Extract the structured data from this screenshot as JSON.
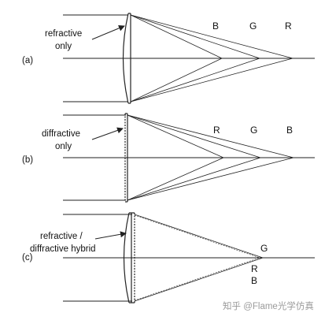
{
  "panels": [
    {
      "id": "a",
      "tag": "(a)",
      "caption_lines": [
        "refractive",
        "only"
      ],
      "focus_labels": [
        "B",
        "G",
        "R"
      ]
    },
    {
      "id": "b",
      "tag": "(b)",
      "caption_lines": [
        "diffractive",
        "only"
      ],
      "focus_labels": [
        "R",
        "G",
        "B"
      ]
    },
    {
      "id": "c",
      "tag": "(c)",
      "caption_lines": [
        "refractive /",
        "diffractive hybrid"
      ],
      "focus_labels": [
        "G",
        "R",
        "B"
      ]
    }
  ],
  "watermark": "知乎 @Flame光学仿真"
}
